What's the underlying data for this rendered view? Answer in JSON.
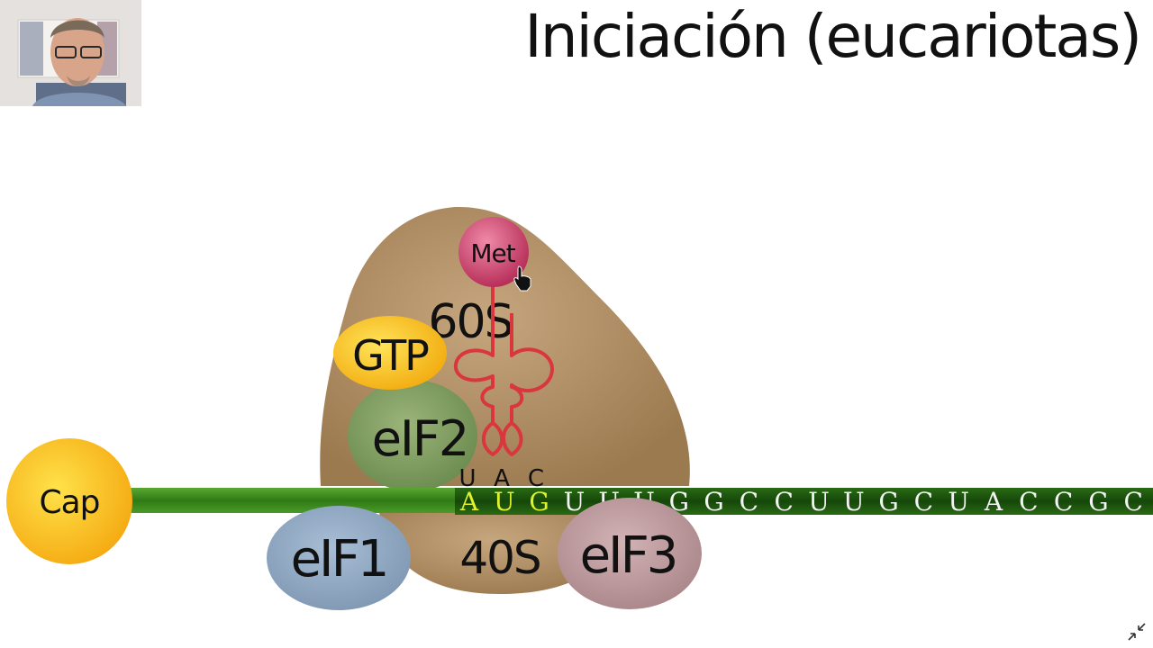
{
  "slide": {
    "title": "Iniciación (eucariotas)"
  },
  "diagram": {
    "ribosome_large": "60S",
    "ribosome_small": "40S",
    "gtp": "GTP",
    "eif1": "eIF1",
    "eif2": "eIF2",
    "eif3": "eIF3",
    "cap": "Cap",
    "amino_acid": "Met",
    "anticodon": [
      "U",
      "A",
      "C"
    ],
    "mrna_sequence": [
      "A",
      "U",
      "G",
      "U",
      "U",
      "U",
      "G",
      "G",
      "C",
      "C",
      "U",
      "U",
      "G",
      "C",
      "U",
      "A",
      "C",
      "C",
      "G",
      "C"
    ],
    "start_codon_count": 3
  },
  "colors": {
    "ribosome": "#ae8b62",
    "gtp": "#f5bf22",
    "eif1": "#8ca5c0",
    "eif2": "#7c9960",
    "eif3": "#bb9a9c",
    "cap": "#f7c11e",
    "met": "#c8416a",
    "trna": "#d9363e",
    "mrna": "#3e8a1e",
    "start_codon": "#dff22c"
  },
  "icons": {
    "cursor": "hand-pointer-icon",
    "exit_fullscreen": "exit-fullscreen-icon"
  }
}
